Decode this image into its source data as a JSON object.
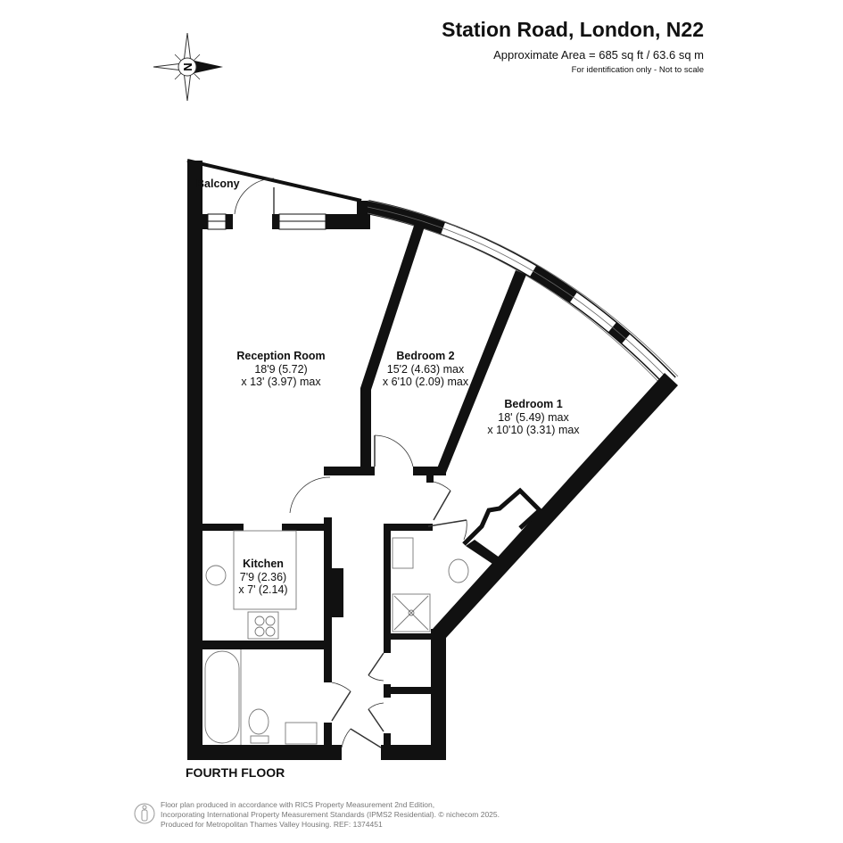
{
  "header": {
    "title": "Station Road, London, N22",
    "area": "Approximate Area = 685 sq ft / 63.6 sq m",
    "note": "For identification only - Not to scale"
  },
  "compass": {
    "label": "N",
    "icon": "compass-rose-icon"
  },
  "rooms": {
    "balcony": {
      "name": "Balcony"
    },
    "reception": {
      "name": "Reception Room",
      "dim1": "18'9 (5.72)",
      "dim2": "x 13' (3.97) max"
    },
    "bedroom2": {
      "name": "Bedroom 2",
      "dim1": "15'2 (4.63) max",
      "dim2": "x 6'10 (2.09) max"
    },
    "bedroom1": {
      "name": "Bedroom 1",
      "dim1": "18' (5.49) max",
      "dim2": "x 10'10 (3.31) max"
    },
    "kitchen": {
      "name": "Kitchen",
      "dim1": "7'9 (2.36)",
      "dim2": "x 7' (2.14)"
    }
  },
  "floor_label": "FOURTH FLOOR",
  "footer": {
    "line1": "Floor plan produced in accordance with RICS Property Measurement 2nd Edition,",
    "line2": "Incorporating International Property Measurement Standards (IPMS2 Residential).   © nichecom 2025.",
    "line3": "Produced for Metropolitan Thames Valley Housing.   REF: 1374451"
  }
}
